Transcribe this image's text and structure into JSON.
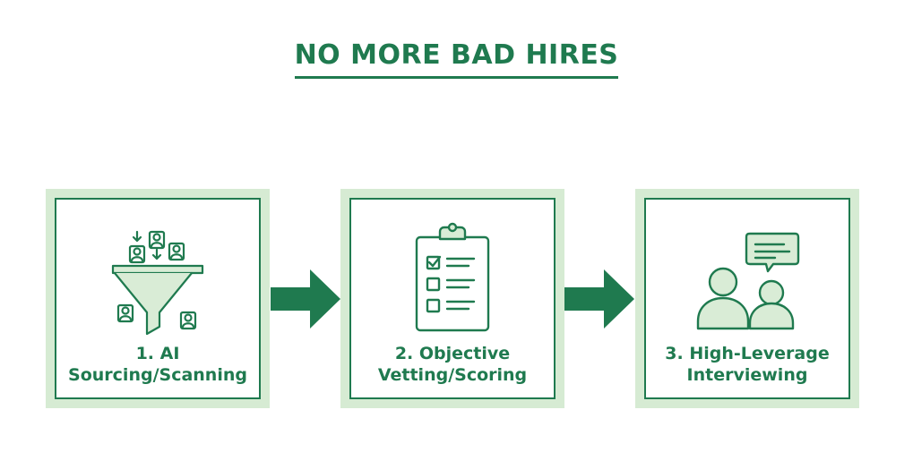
{
  "title": "NO MORE BAD HIRES",
  "colors": {
    "primary": "#1f7a4f",
    "light": "#d6ebd3",
    "fill": "#d9ecd6"
  },
  "steps": [
    {
      "line1": "1. AI",
      "line2": "Sourcing/Scanning",
      "icon": "funnel-icon"
    },
    {
      "line1": "2. Objective",
      "line2": "Vetting/Scoring",
      "icon": "clipboard-checklist-icon"
    },
    {
      "line1": "3. High-Leverage",
      "line2": "Interviewing",
      "icon": "interview-chat-icon"
    }
  ]
}
